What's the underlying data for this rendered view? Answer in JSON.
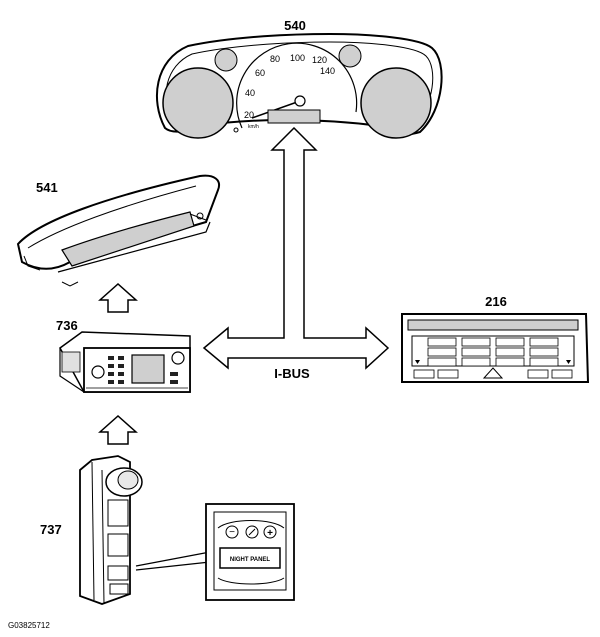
{
  "labels": {
    "instrument_cluster": "540",
    "display_unit": "541",
    "radio_unit": "736",
    "climate_panel": "216",
    "light_switch": "737",
    "bus": "I-BUS"
  },
  "speedometer_ticks": [
    "20",
    "40",
    "60",
    "80",
    "100",
    "120",
    "140"
  ],
  "speed_unit": "km/h",
  "switch_panel": {
    "minus": "−",
    "plus": "+",
    "button": "NIGHT PANEL"
  },
  "figure_code": "G03825712"
}
